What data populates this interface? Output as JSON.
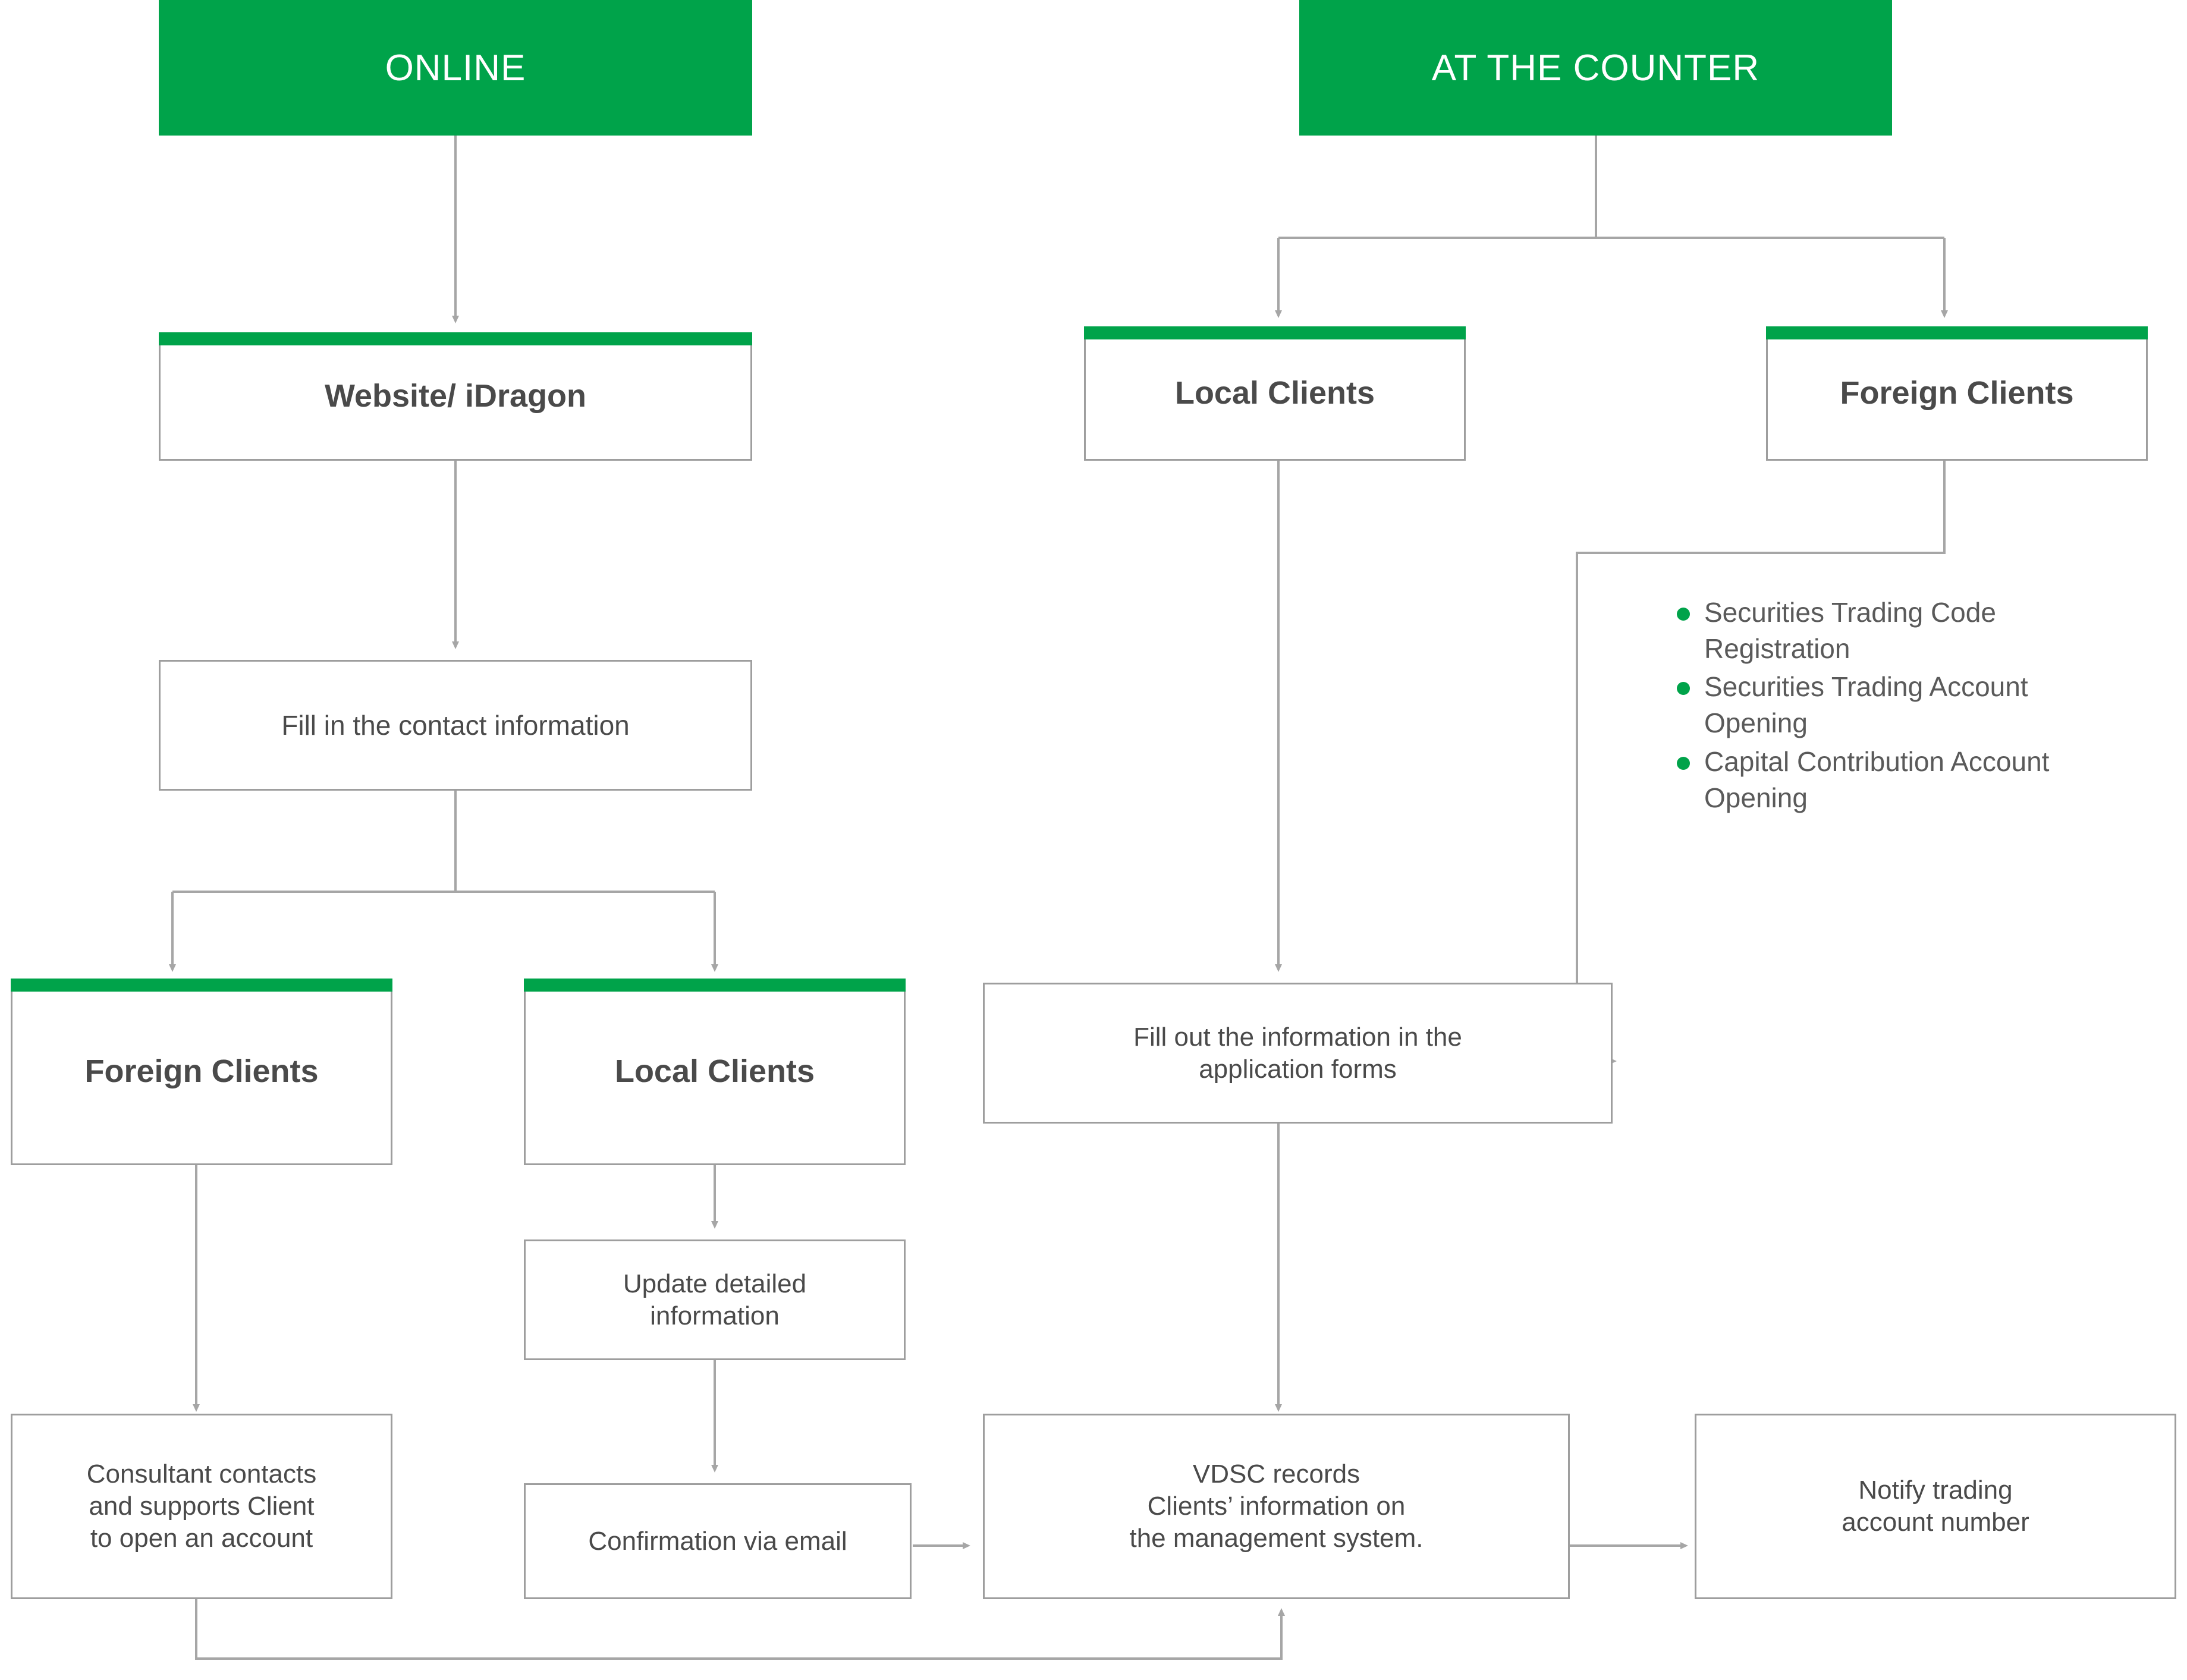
{
  "diagram": {
    "title_online": "ONLINE",
    "title_counter": "AT THE COUNTER",
    "colors": {
      "green": "#00A34A",
      "box_border": "#9e9e9e",
      "text": "#4a4a4a",
      "connector": "#9e9e9e"
    },
    "nodes": {
      "online_header": "ONLINE",
      "counter_header": "AT THE COUNTER",
      "website_idragon": "Website/ iDragon",
      "fill_contact_information": "Fill in the contact information",
      "online_foreign_clients": "Foreign Clients",
      "online_local_clients": "Local Clients",
      "update_detailed_information": "Update detailed information",
      "consultant_contacts": "Consultant contacts and supports Client to open an account",
      "confirmation_via_email": "Confirmation via email",
      "counter_local_clients": "Local Clients",
      "counter_foreign_clients": "Foreign Clients",
      "fill_out_application_forms": "Fill out the information in the application forms",
      "vdsc_records": "VDSC records Clients’ information on the management system.",
      "notify_trading_account_number": "Notify trading account number"
    },
    "node_lines": {
      "consultant_contacts": [
        "Consultant contacts",
        "and supports Client",
        "to open an account"
      ],
      "update_detailed_information": [
        "Update detailed",
        "information"
      ],
      "fill_out_application_forms": [
        "Fill out the information in the",
        "application forms"
      ],
      "vdsc_records": [
        "VDSC records",
        "Clients’ information on",
        "the management system."
      ],
      "notify_trading_account_number": [
        "Notify trading",
        "account number"
      ]
    },
    "foreign_clients_services": [
      "Securities Trading Code Registration",
      "Securities Trading Account Opening",
      "Capital Contribution Account Opening"
    ]
  }
}
